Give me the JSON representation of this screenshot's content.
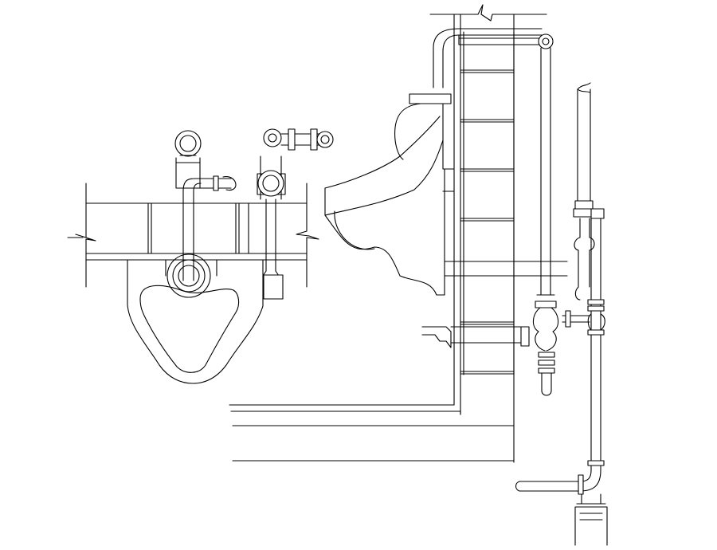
{
  "drawing": {
    "colors": {
      "background": "#ffffff",
      "linework": "#000000"
    },
    "components": [
      {
        "name": "urinal-plan-view",
        "icon": "plan-view-urinal"
      },
      {
        "name": "urinal-side-elevation",
        "icon": "side-elevation-urinal"
      },
      {
        "name": "wall-section-with-tiles",
        "icon": "wall-section"
      },
      {
        "name": "flush-valve-assembly",
        "icon": "flush-valve"
      },
      {
        "name": "vertical-drain-stack",
        "icon": "drain-pipe"
      },
      {
        "name": "floor-slab-lines",
        "icon": "floor-slab"
      }
    ]
  }
}
